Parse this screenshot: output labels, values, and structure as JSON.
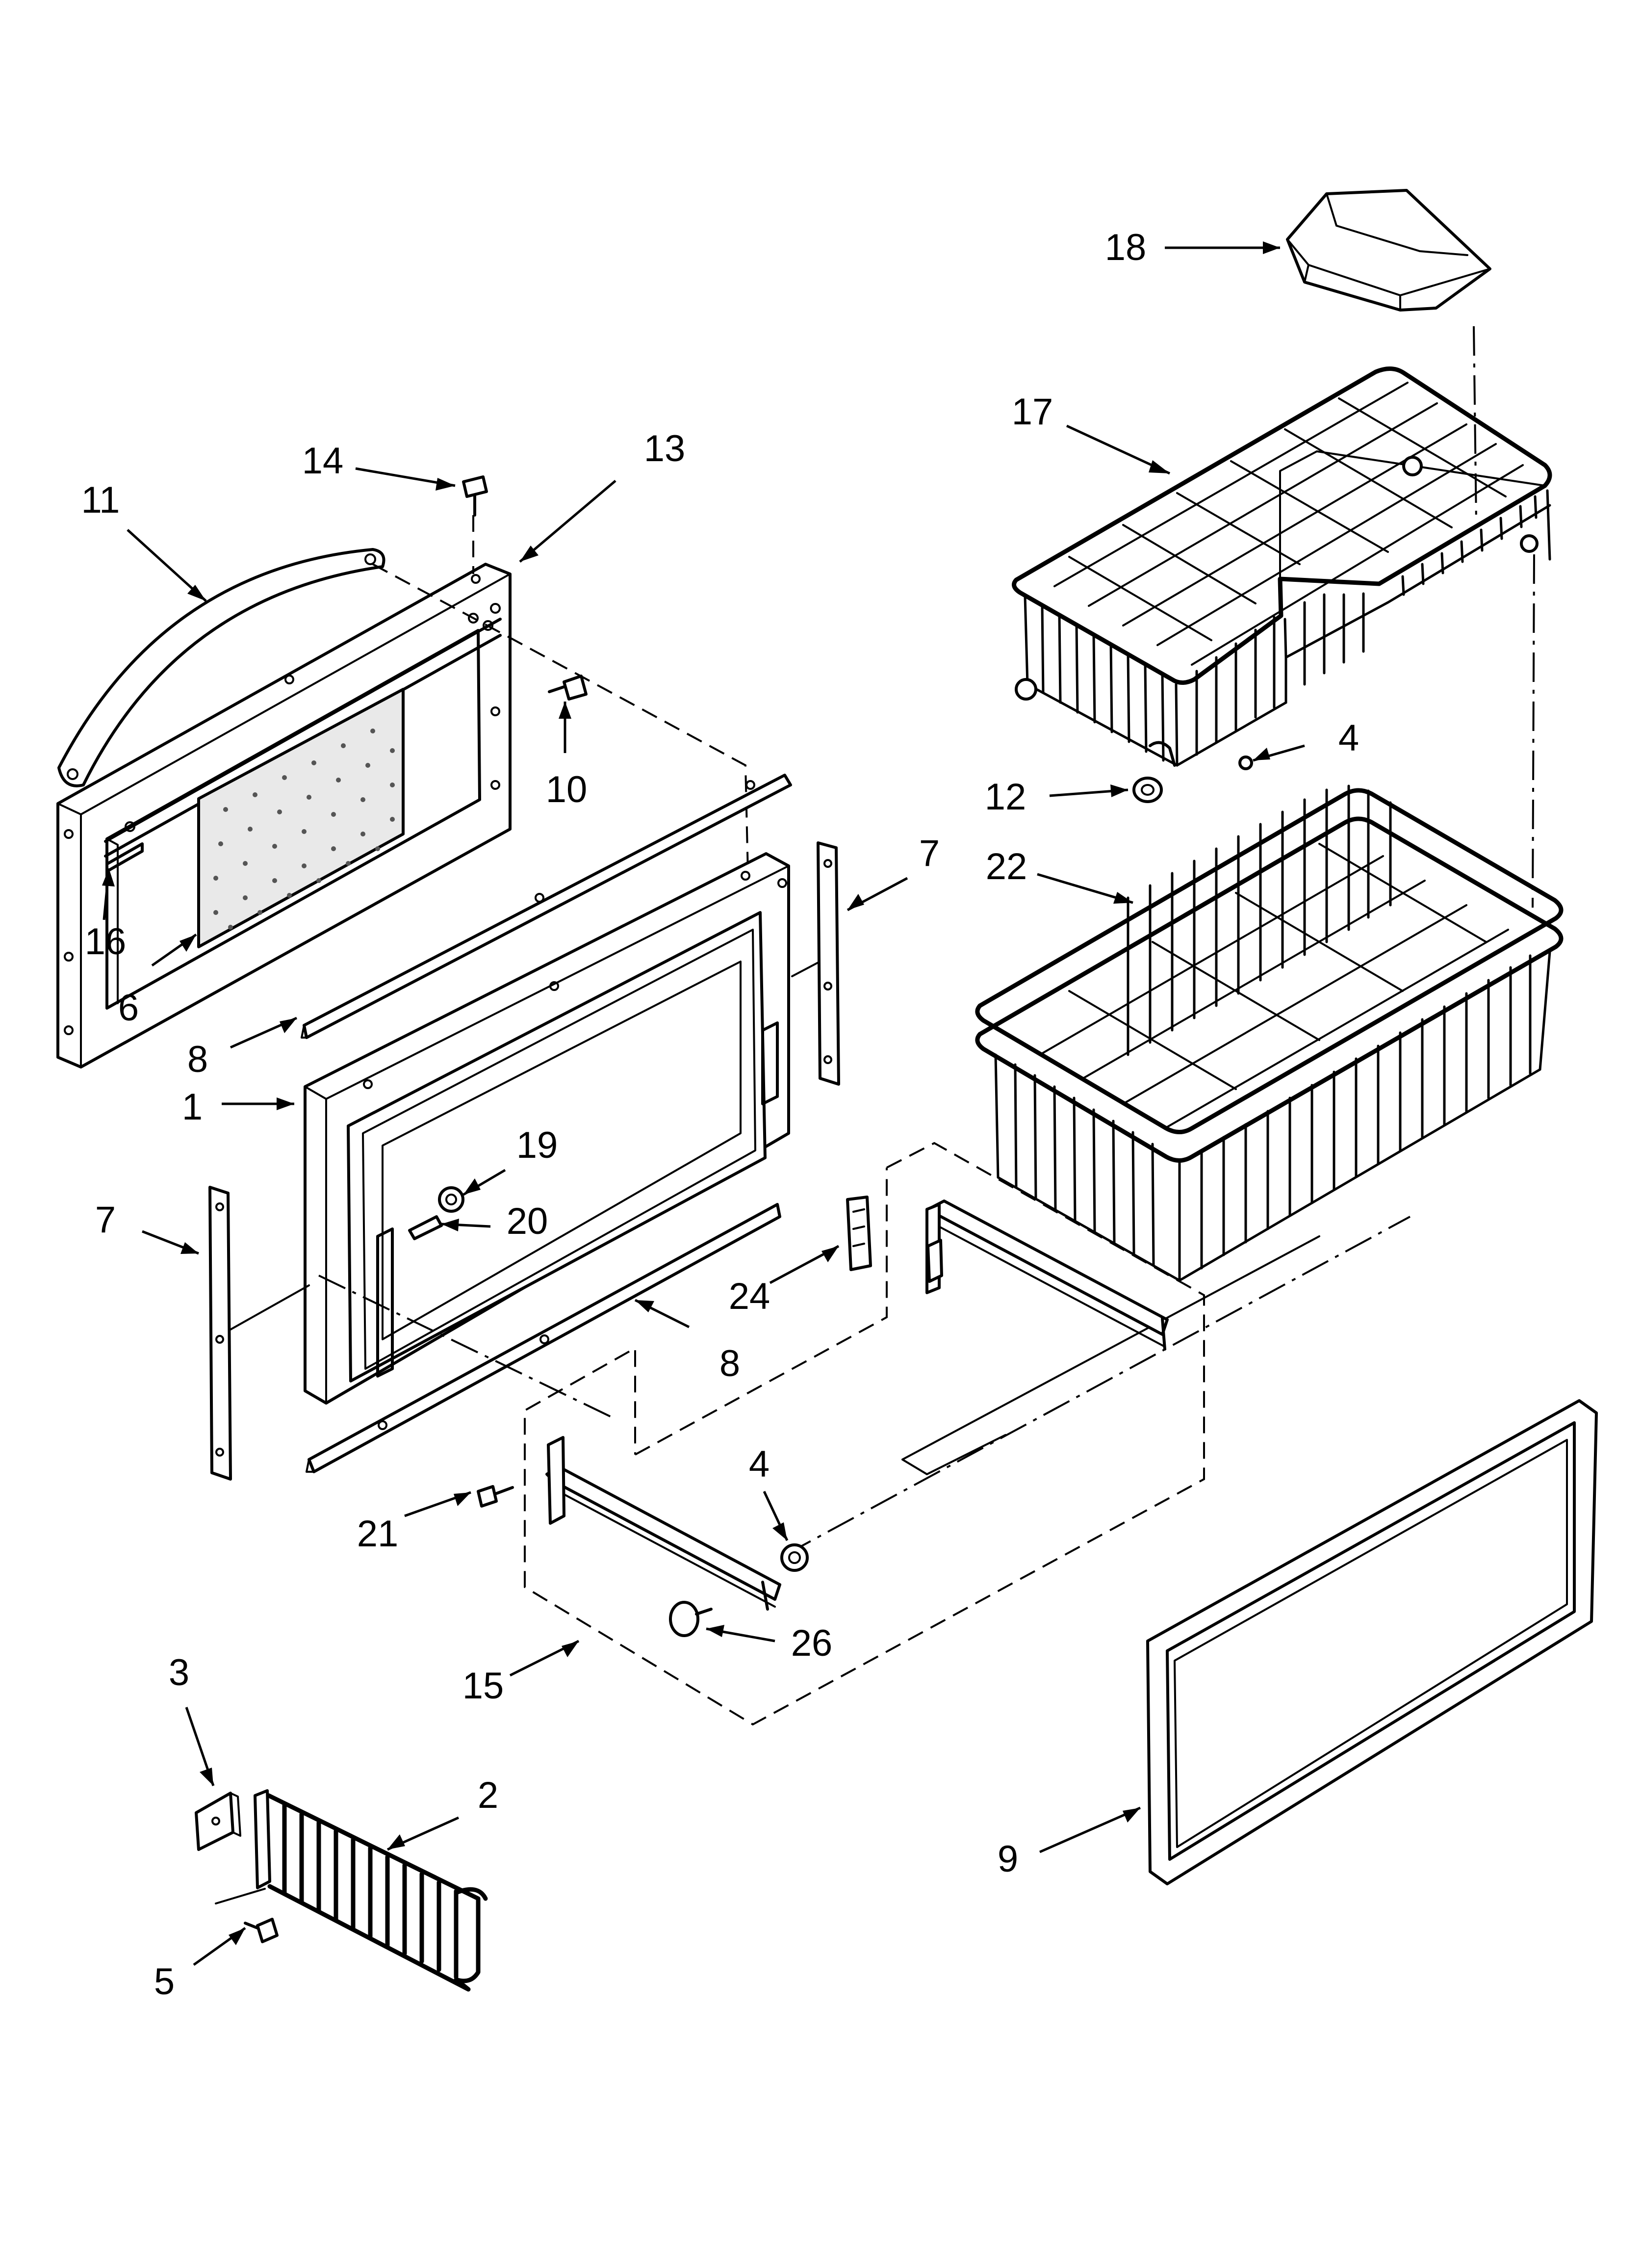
{
  "diagram": {
    "parts": [
      {
        "id": "18",
        "label": "18"
      },
      {
        "id": "17",
        "label": "17"
      },
      {
        "id": "14",
        "label": "14"
      },
      {
        "id": "13",
        "label": "13"
      },
      {
        "id": "11",
        "label": "11"
      },
      {
        "id": "10",
        "label": "10"
      },
      {
        "id": "4a",
        "label": "4"
      },
      {
        "id": "12",
        "label": "12"
      },
      {
        "id": "22",
        "label": "22"
      },
      {
        "id": "7a",
        "label": "7"
      },
      {
        "id": "16",
        "label": "16"
      },
      {
        "id": "6",
        "label": "6"
      },
      {
        "id": "8a",
        "label": "8"
      },
      {
        "id": "1",
        "label": "1"
      },
      {
        "id": "19",
        "label": "19"
      },
      {
        "id": "7b",
        "label": "7"
      },
      {
        "id": "20",
        "label": "20"
      },
      {
        "id": "24",
        "label": "24"
      },
      {
        "id": "8b",
        "label": "8"
      },
      {
        "id": "4b",
        "label": "4"
      },
      {
        "id": "21",
        "label": "21"
      },
      {
        "id": "26",
        "label": "26"
      },
      {
        "id": "15",
        "label": "15"
      },
      {
        "id": "3",
        "label": "3"
      },
      {
        "id": "2",
        "label": "2"
      },
      {
        "id": "9",
        "label": "9"
      },
      {
        "id": "5",
        "label": "5"
      }
    ]
  }
}
